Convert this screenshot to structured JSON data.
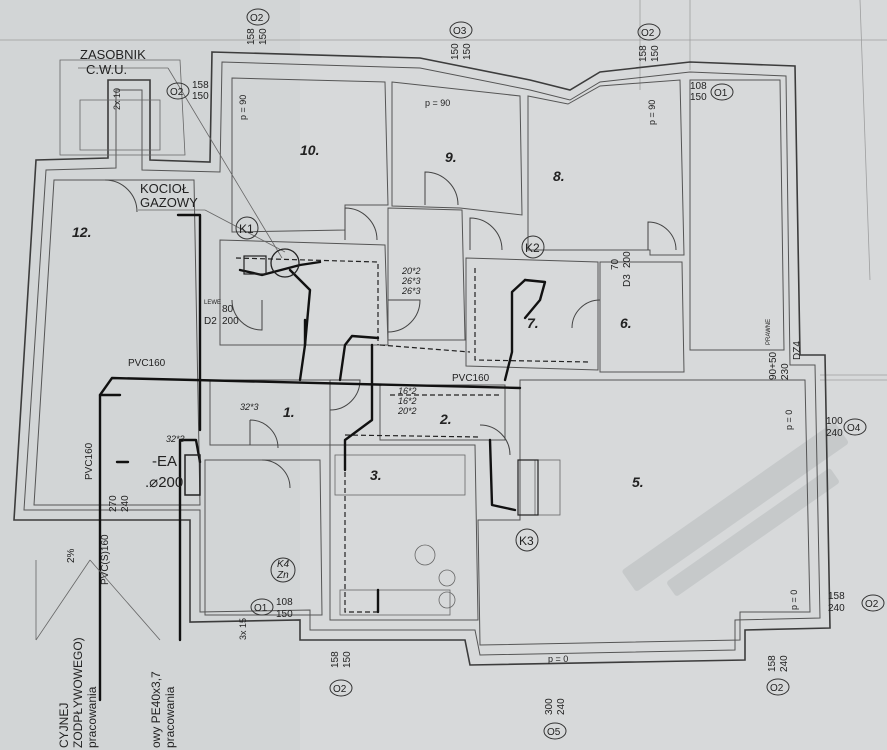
{
  "colors": {
    "paper": "#d7d9da",
    "ink": "#222222",
    "pipe": "#111111",
    "watermark": "#b9bdbf"
  },
  "labels": {
    "zasobnik_line1": "ZASOBNIK",
    "zasobnik_line2": "C.W.U.",
    "kociol_line1": "KOCIOŁ",
    "kociol_line2": "GAZOWY",
    "pvc160_a": "PVC160",
    "pvc160_b": "PVC160",
    "pvc160_c": "PVC160",
    "pvcs160": "PVC(S)160",
    "ea": "-EA",
    "phi200": ".⌀200",
    "slope": "2%",
    "bottom_text1": "CYJNEJ",
    "bottom_text2": "ZODPŁYWOWEGO)",
    "bottom_text3": "pracowania",
    "bottom_text4": "owy PE40x3,7",
    "bottom_text5": "pracowania",
    "p90": "p = 90",
    "p0": "p = 0",
    "prawne": "PRAWNE"
  },
  "rooms": [
    "10.",
    "9.",
    "8.",
    "12.",
    "7.",
    "6.",
    "1.",
    "2.",
    "3.",
    "5."
  ],
  "symbols": {
    "k1": "K1",
    "k2": "K2",
    "k3": "K3",
    "k4_line1": "K4",
    "k4_line2": "Zn"
  },
  "windows": {
    "o2_top_left": {
      "tag": "O2",
      "w": "158",
      "h": "150"
    },
    "o3_top": {
      "tag": "O3",
      "w": "150",
      "h": "150"
    },
    "o2_top_right": {
      "tag": "O2",
      "w": "158",
      "h": "150"
    },
    "o2_left": {
      "tag": "O2",
      "w": "158",
      "h": "150"
    },
    "o1_top_right": {
      "tag": "O1",
      "w": "108",
      "h": "150"
    },
    "o4_right": {
      "tag": "O4",
      "w": "100",
      "h": "240"
    },
    "o2_right_bottom": {
      "tag": "O2",
      "w": "158",
      "h": "240"
    },
    "o2_bottom_right": {
      "tag": "O2",
      "w": "158",
      "h": "240"
    },
    "o5_bottom": {
      "tag": "O5",
      "w": "300",
      "h": "240"
    },
    "o2_bottom_left": {
      "tag": "O2",
      "w": "158",
      "h": "150"
    },
    "o1_bottom": {
      "tag": "O1",
      "w": "108",
      "h": "150"
    }
  },
  "doors": {
    "d2": {
      "tag": "D2",
      "a": "80",
      "b": "200"
    },
    "d3": {
      "tag": "D3",
      "a": "70",
      "b": "200"
    },
    "dz4": {
      "tag": "DZ4",
      "a": "90+50",
      "b": "230"
    },
    "d1": {
      "tag": "",
      "a": "270",
      "b": "240"
    }
  },
  "pipe_dims": {
    "a1": "20*2",
    "a2": "26*3",
    "a3": "26*3",
    "b1": "16*2",
    "b2": "16*2",
    "b3": "20*2",
    "c": "32*3",
    "d": "32*3"
  },
  "misc": {
    "lewe": "LEWE",
    "three_x": "3x 15",
    "two_x": "2x 10"
  }
}
